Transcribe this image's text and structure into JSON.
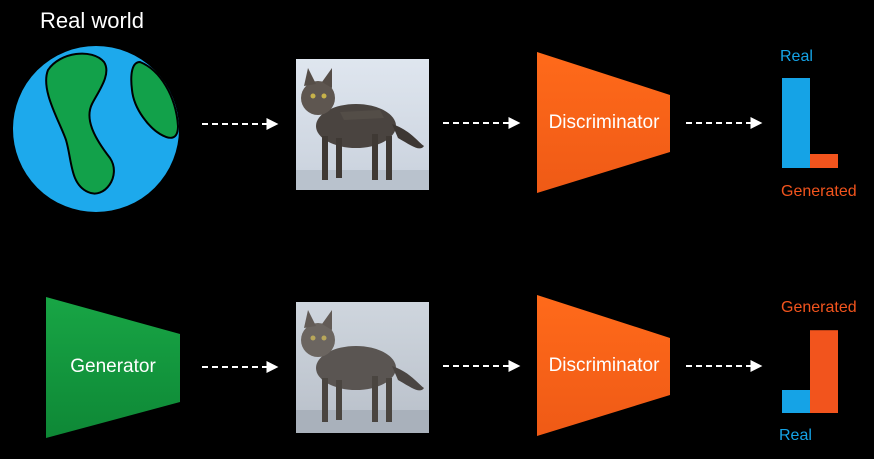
{
  "diagram": {
    "real_world_label": "Real world",
    "generator_label": "Generator",
    "discriminator_top_label": "Discriminator",
    "discriminator_bottom_label": "Discriminator",
    "top_output": {
      "real_label": "Real",
      "generated_label": "Generated"
    },
    "bottom_output": {
      "generated_label": "Generated",
      "real_label": "Real"
    }
  },
  "chart_data": [
    {
      "type": "bar",
      "categories": [
        "Real",
        "Generated"
      ],
      "values": [
        0.9,
        0.14
      ]
    },
    {
      "type": "bar",
      "categories": [
        "Real",
        "Generated"
      ],
      "values": [
        0.25,
        0.9
      ]
    }
  ],
  "colors": {
    "real": "#15a3e6",
    "generated": "#f2541d",
    "discriminator": "#f26a1b",
    "generator": "#149c3f",
    "earth_water": "#1da9ec",
    "earth_land": "#12a14a"
  }
}
